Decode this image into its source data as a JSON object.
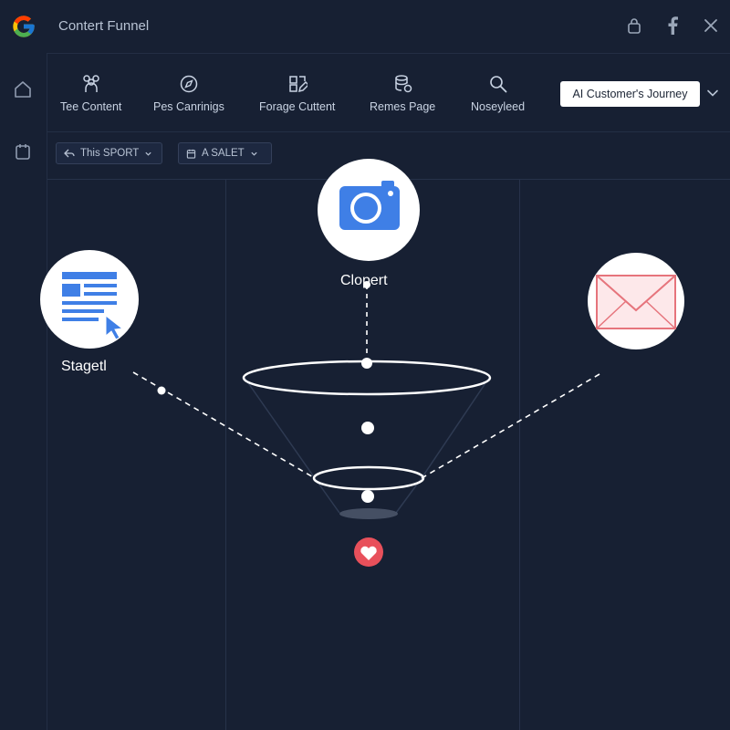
{
  "header": {
    "title": "Contert Funnel",
    "icons": [
      "google-logo",
      "lock-icon",
      "facebook-icon",
      "close-icon"
    ]
  },
  "sidebar": {
    "items": [
      {
        "icon": "home-icon"
      },
      {
        "icon": "calendar-icon"
      }
    ]
  },
  "toolbar": {
    "items": [
      {
        "label": "Tee Content",
        "icon": "people-icon"
      },
      {
        "label": "Pes Canrinigs",
        "icon": "compass-icon"
      },
      {
        "label": "Forage Cuttent",
        "icon": "edit-icon"
      },
      {
        "label": "Remes Page",
        "icon": "database-icon"
      },
      {
        "label": "Noseyleed",
        "icon": "search-icon"
      }
    ],
    "journey_select": "AI Customer's Journey"
  },
  "filters": [
    {
      "label": "This SPORT",
      "icon": "share-icon"
    },
    {
      "label": "A SALET",
      "icon": "calendar-icon"
    }
  ],
  "funnel": {
    "nodes": [
      {
        "label": "Stagetl",
        "icon": "document-cursor-icon"
      },
      {
        "label": "Clopert",
        "icon": "camera-icon"
      },
      {
        "label": "",
        "icon": "envelope-icon"
      }
    ],
    "bottom_icon": "heart-icon"
  },
  "colors": {
    "background": "#172033",
    "accent_blue": "#3f7fe6",
    "heart_red": "#e8505b",
    "envelope_red": "#e6747c"
  }
}
